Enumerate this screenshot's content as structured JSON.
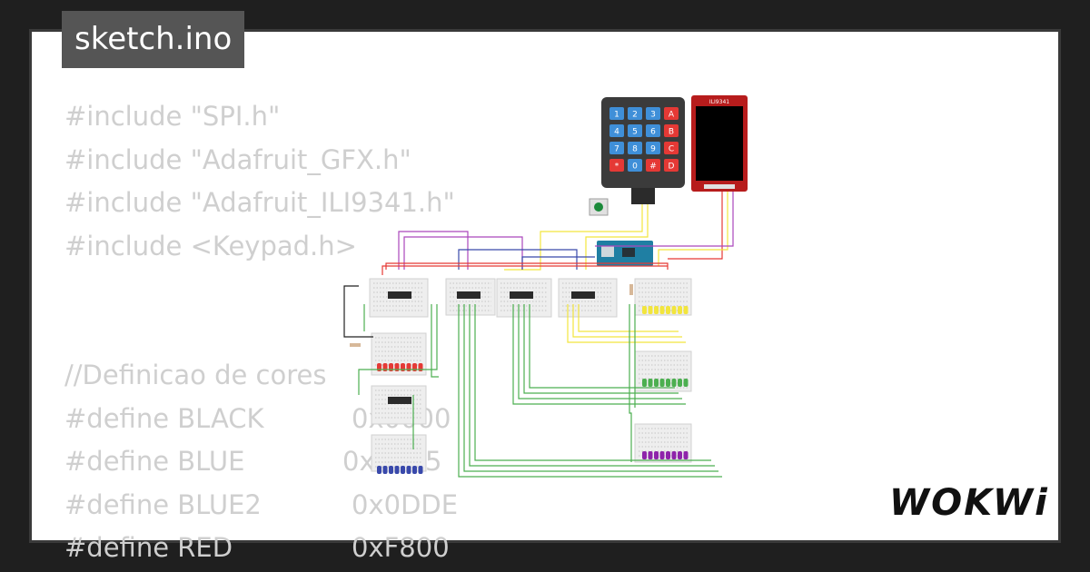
{
  "window": {
    "title": "sketch.ino"
  },
  "code_lines": [
    {
      "text": "#include \"SPI.h\"",
      "value": ""
    },
    {
      "text": "#include \"Adafruit_GFX.h\"",
      "value": ""
    },
    {
      "text": "#include \"Adafruit_ILI9341.h\"",
      "value": ""
    },
    {
      "text": "#include <Keypad.h>",
      "value": ""
    },
    {
      "text": "",
      "value": ""
    },
    {
      "text": "",
      "value": ""
    },
    {
      "text": "//Definicao de cores",
      "value": ""
    },
    {
      "text": "#define BLACK",
      "value": "0x0000"
    },
    {
      "text": "#define BLUE",
      "value": "0x0015"
    },
    {
      "text": "#define BLUE2",
      "value": "0x0DDE"
    },
    {
      "text": "#define RED",
      "value": "0xF800"
    }
  ],
  "keypad": {
    "keys": [
      "1",
      "2",
      "3",
      "A",
      "4",
      "5",
      "6",
      "B",
      "7",
      "8",
      "9",
      "C",
      "*",
      "0",
      "#",
      "D"
    ]
  },
  "display": {
    "label": "ILI9341"
  },
  "led_colors": {
    "red": "#e53935",
    "blue": "#3949ab",
    "yellow": "#f2e53d",
    "green": "#4caf50",
    "purple": "#8e24aa"
  },
  "brand": {
    "logo": "WOKWi"
  },
  "colors": {
    "background": "#1f1f1f",
    "card": "#ffffff",
    "title_tab": "#555555",
    "code_text": "#cfcfcf"
  }
}
